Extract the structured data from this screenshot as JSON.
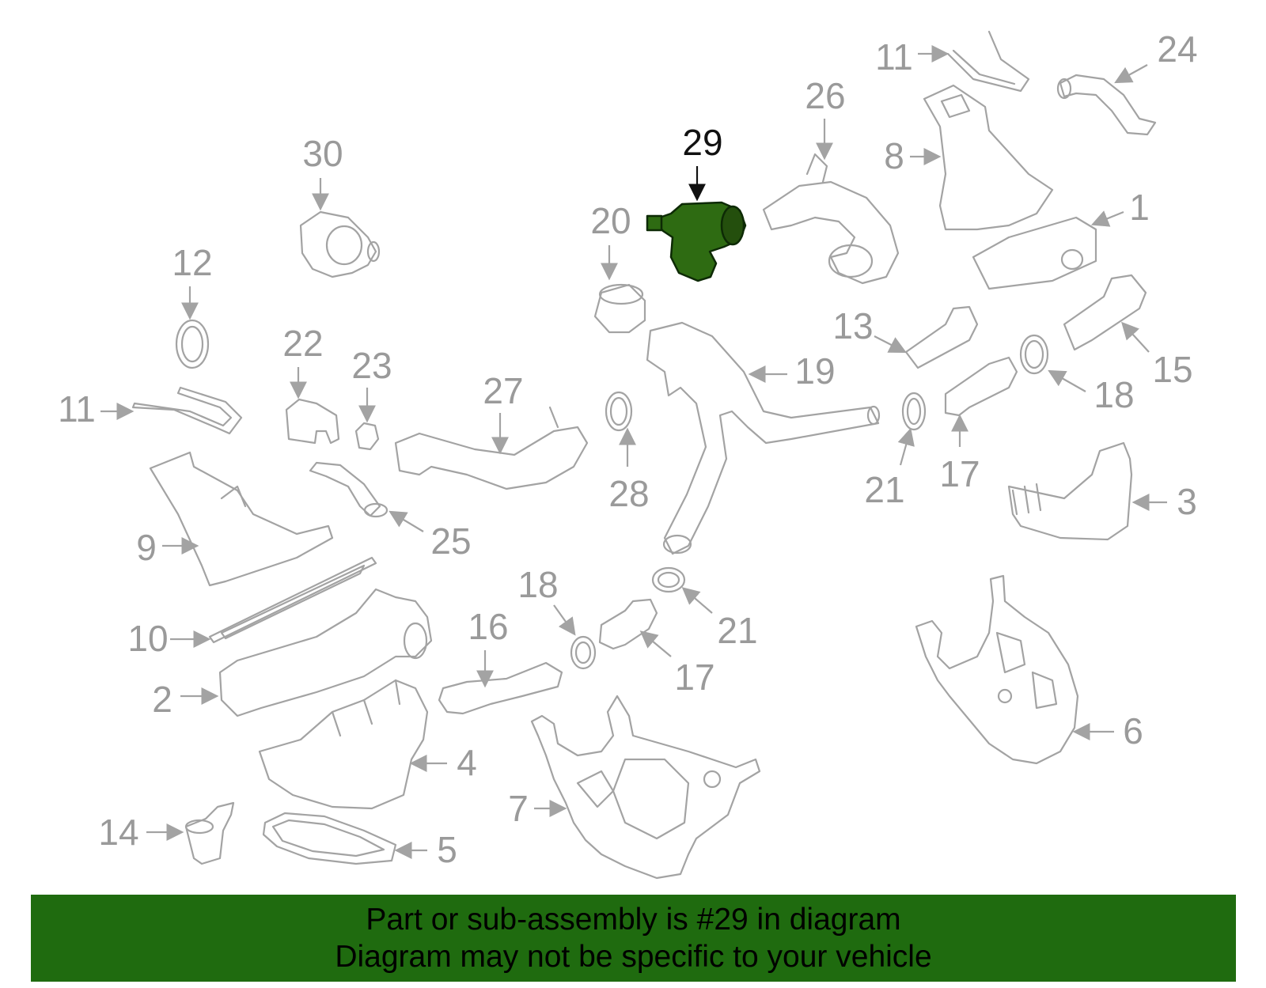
{
  "diagram": {
    "colors": {
      "part_stroke": "#a3a3a3",
      "label": "#9a9a9a",
      "highlight_fill": "#2e6b12",
      "highlight_label": "#111111",
      "banner_bg": "#1f6b0f",
      "banner_text": "#000000"
    },
    "highlighted_part": "29",
    "callouts": [
      "29",
      "30",
      "26",
      "11",
      "24",
      "8",
      "1",
      "20",
      "12",
      "22",
      "23",
      "27",
      "11",
      "19",
      "13",
      "15",
      "18",
      "21",
      "17",
      "3",
      "28",
      "25",
      "9",
      "10",
      "2",
      "4",
      "14",
      "5",
      "7",
      "16",
      "18",
      "21",
      "17",
      "6"
    ]
  },
  "banner": {
    "line1": "Part or sub-assembly is #29 in diagram",
    "line2": "Diagram may not be specific to your vehicle"
  }
}
